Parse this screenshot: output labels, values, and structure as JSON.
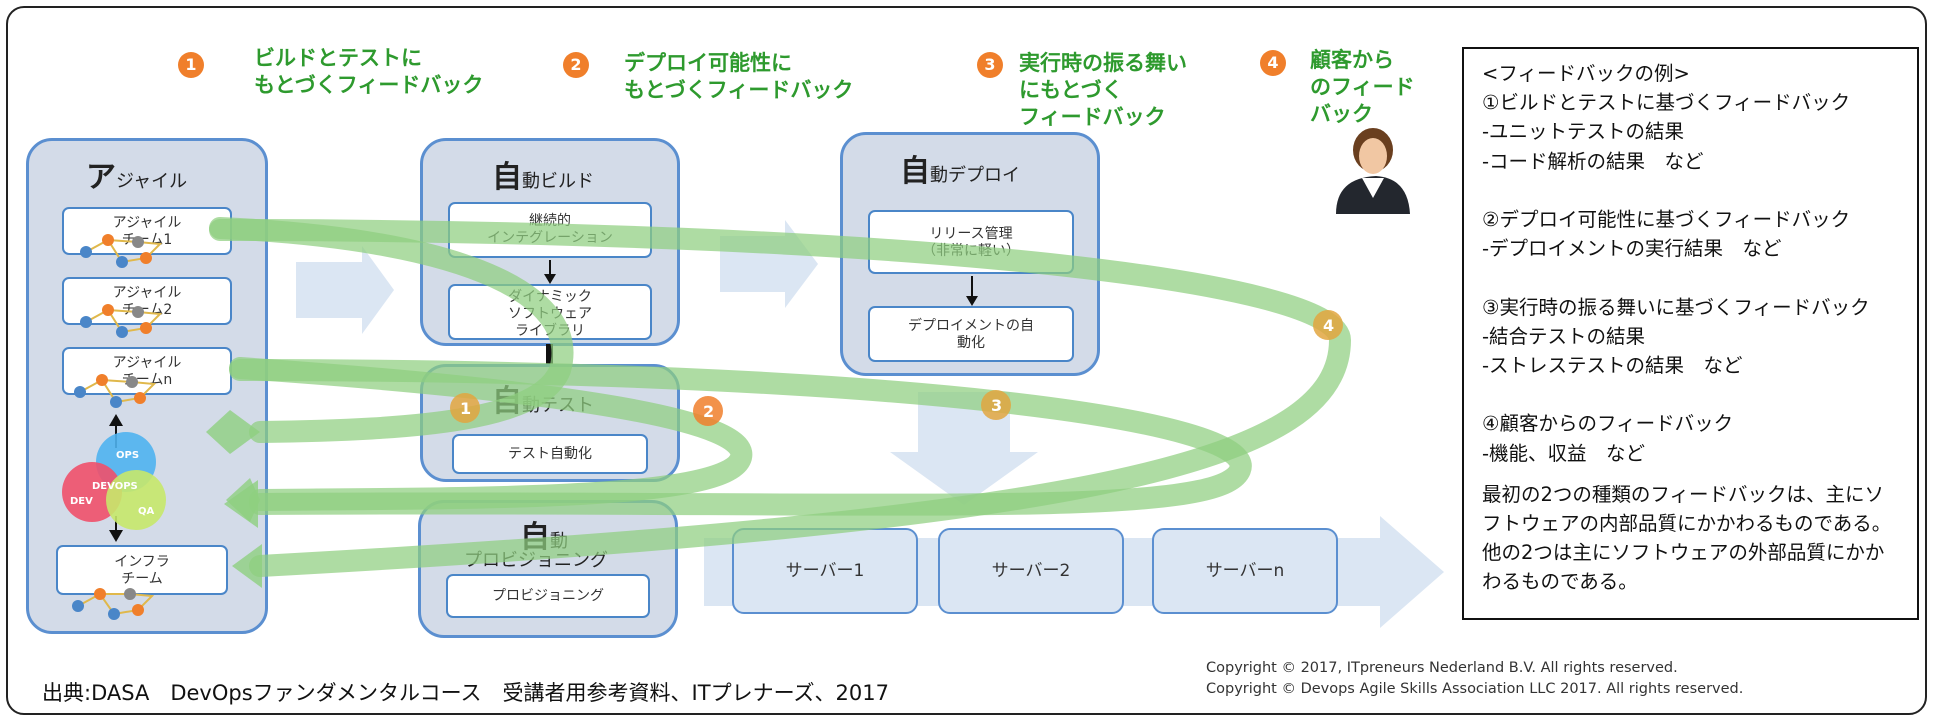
{
  "feedback_headers": [
    {
      "num": "1",
      "text": "ビルドとテストに\nもとづくフィードバック"
    },
    {
      "num": "2",
      "text": "デプロイ可能性に\nもとづくフィードバック"
    },
    {
      "num": "3",
      "text": "実行時の振る舞い\nにもとづく\nフィードバック"
    },
    {
      "num": "4",
      "text": "顧客から\nのフィード\nバック"
    }
  ],
  "agile": {
    "big_char": "ア",
    "title_rest": "ジャイル",
    "teams": [
      "アジャイル\nチーム1",
      "アジャイル\nチーム2",
      "アジャイル\nチームn"
    ],
    "devops": {
      "ops": "OPS",
      "devops": "DEVOPS",
      "dev": "DEV",
      "qa": "QA"
    },
    "infra": "インフラ\nチーム"
  },
  "build": {
    "big_char": "自",
    "title_rest": "動ビルド",
    "items": [
      "継続的\nインテグレーション",
      "ダイナミック\nソフトウェア\nライブラリ"
    ]
  },
  "test": {
    "big_char": "自",
    "title_rest": "動テスト",
    "items": [
      "テスト自動化"
    ]
  },
  "provision": {
    "big_char": "自",
    "title_rest": "動",
    "subtitle": "プロビジョニング",
    "items": [
      "プロビジョニング"
    ]
  },
  "deploy": {
    "big_char": "自",
    "title_rest": "動デプロイ",
    "items": [
      "リリース管理\n（非常に軽い）",
      "デプロイメントの自\n動化"
    ]
  },
  "servers": [
    "サーバー1",
    "サーバー2",
    "サーバーn"
  ],
  "loop_markers": [
    "1",
    "2",
    "3",
    "4"
  ],
  "note": {
    "heading": "<フィードバックの例>",
    "lines": [
      "①ビルドとテストに基づくフィードバック",
      "-ユニットテストの結果",
      "-コード解析の結果　など",
      "",
      "②デプロイ可能性に基づくフィードバック",
      "-デプロイメントの実行結果　など",
      "",
      "③実行時の振る舞いに基づくフィードバック",
      "-結合テストの結果",
      "-ストレステストの結果　など",
      "",
      "④顧客からのフィードバック",
      "-機能、収益　など"
    ],
    "summary": "最初の2つの種類のフィードバックは、主にソフトウェアの内部品質にかかわるものである。他の2つは主にソフトウェアの外部品質にかかわるものである。"
  },
  "copyright": [
    "Copyright © 2017, ITpreneurs Nederland B.V. All rights reserved.",
    "Copyright © Devops Agile Skills Association LLC 2017. All rights reserved."
  ],
  "source": "出典:DASA　DevOpsファンダメンタルコース　受講者用参考資料、ITプレナーズ、2017",
  "colors": {
    "green": "#2e9a2e",
    "orange": "#f07f2b",
    "panel": "#d3dbe8",
    "border": "#5b8fd0",
    "loop": "#8fcf7f"
  }
}
